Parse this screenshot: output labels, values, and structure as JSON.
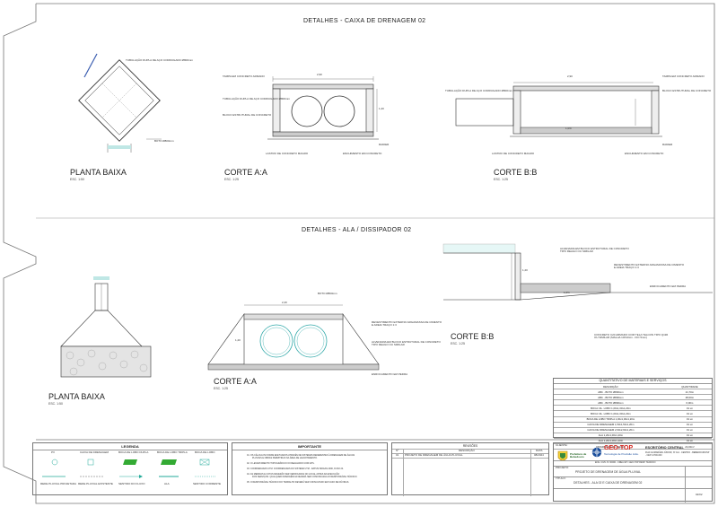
{
  "sections": {
    "top_title": "DETALHES - CAIXA DE DRENAGEM 02",
    "mid_title": "DETALHES - ALA / DISSIPADOR 02"
  },
  "views": {
    "planta_top": {
      "label": "PLANTA BAIXA",
      "scale": "ESC. 1:50"
    },
    "corte_aa_top": {
      "label": "CORTE A:A",
      "scale": "ESC. 1:25"
    },
    "corte_bb_top": {
      "label": "CORTE B:B",
      "scale": "ESC. 1:25"
    },
    "planta_bottom": {
      "label": "PLANTA BAIXA",
      "scale": "ESC. 1:50"
    },
    "corte_aa_bottom": {
      "label": "CORTE A:A",
      "scale": "ESC. 1:25"
    },
    "corte_bb_bottom": {
      "label": "CORTE B:B",
      "scale": "ESC. 1:25"
    }
  },
  "dims": {
    "box_width": "2,90",
    "box_height": "1,20",
    "ala_width": "2,40",
    "ala_height": "1,20",
    "bb_height": "1,20"
  },
  "notes": {
    "tampa": "TAMPA EM CONCRETO ARMADO",
    "tubulacao": "TUBULAÇÃO DUPLA DE AÇO CORRUGADO Ø800mm",
    "bloco": "BLOCO ESTRUTURAL DE CONCRETO",
    "lastro": "LASTRO DE CONCRETO MAGRO",
    "enchimento": "ENCHIMENTO EM CONCRETO",
    "radier": "RADIER",
    "boto": "BOTO Ø800mm",
    "revest": "REVESTIMENTO EXTERNO ARGAMASSA DE CIMENTO E AREIA TRAÇO 1:3",
    "alvenaria": "ALVENARIA EM BLOCO ESTRUTURAL DE CONCRETO TIPO REAGO OU SIMILAR",
    "enroc": "ENROCAMENTO EM PEDRA",
    "enroc_pedra": "ENROCAMENTO EM PEDRA",
    "concreto": "CONCRETO C20 ARMADO COM TELA TELCON TIPO Q196 OU SIMILAR (MALHA 10X10cm - FIO 5mm)",
    "slope": "1,0%"
  },
  "quantities": {
    "title": "QUANTITATIVO DE MATERIAIS E SERVIÇOS",
    "headers": [
      "DESCRIÇÃO",
      "QUANTIDADE"
    ],
    "rows": [
      [
        "ABC - BOTO Ø800mm",
        "21,70m"
      ],
      [
        "ABC - BOTO Ø800mm",
        "48,00m"
      ],
      [
        "ABC - BOTO Ø800mm",
        "6,00m"
      ],
      [
        "BOCA CIL. LOBO 1,00x1,00x1,20m",
        "01 un"
      ],
      [
        "BOCA CIL. LOBO 1,00x1,00x1,20m",
        "01 un"
      ],
      [
        "BOCA DE LOBO TRIPLA 1,00x1,00x1,20m",
        "01 un"
      ],
      [
        "CAIXA DE DRENAGEM 1,50x1,50x1,20m",
        "01 un"
      ],
      [
        "CAIXA DE DRENAGEM 2,90x2,90x1,20m",
        "01 un"
      ],
      [
        "ALA 1,20x1,00x1,20m",
        "01 un"
      ],
      [
        "ALA 1,20x1,00x1,20m",
        "01 un"
      ],
      [
        "DISSIPADOR DE PEDRA",
        "24,00m³"
      ]
    ]
  },
  "legend": {
    "title": "LEGENDA",
    "items": [
      "PV",
      "CAIXA DE DRENAGEM",
      "BOCA DE LOBO DUPLA",
      "BOCA DE LOBO TRIPLA",
      "BOCA DE LOBO"
    ],
    "items2": [
      "REDE PLUVIAL PROJETADA",
      "REDE PLUVIAL EXISTENTE",
      "SENTIDO DO FLUXO",
      "ALA",
      "SENTIDO CORRENTE"
    ]
  },
  "importante": {
    "title": "IMPORTANTE",
    "lines": [
      "01. OS CÁLCULOS FORAM EFETUADOS ATRAVÉS DE SISTEMAS REFERENTES À DRENAGEM DE ÁGUAS",
      "PLUVIAIS E OBRAS PERMITIDAS NA ÁREA DE LEVANTAMENTO.",
      "02. O LEVANTAMENTO TOPOGRÁFICO FOI REALIZADO COM GPS.",
      "03. COORDENADAS UTM. COORDENADAS DO SISTEMA UTM - DATUM SIRGAS 2000, FUSO 24.",
      "04. AS MEDIDAS E COTAS DEVERÃO SER VERIFICADAS NO LOCAL ANTES DA EXECUÇÃO",
      "DOS SERVIÇOS. QUALQUER DIVERGÊNCIA DEVERÁ SER COMUNICADA AO RESPONSÁVEL TÉCNICO.",
      "05. O RESPONSÁVEL TÉCNICO DO TRABALHO DEVERÁ SER CONSULTADO EM CASO DE DÚVIDAS."
    ]
  },
  "revisoes": {
    "title": "REVISÕES",
    "headers": [
      "Nº",
      "DESCRIÇÃO",
      "DATA"
    ],
    "row": [
      "01",
      "PROJETO DE DRENAGEM DE ÁGUA PLUVIAL",
      "08/2024"
    ]
  },
  "titleblock": {
    "cliente_label": "CLIENTE:",
    "prefeitura": "Prefeitura de Bebedouro",
    "company": "GEO-TOP",
    "company_sub": "Tecnologia de Precisão Ltda.",
    "office": "ESCRITÓRIO CENTRAL",
    "address": "RUA GUIMARÃES JÚNIOR, Nº 112 - CENTRO - BEBEDOURO/SP - CEP 14700-000",
    "engineer": "ENG. CIVIL Nº 00000 - CREA-SP / GEO-TOP RESP. TÉCNICO",
    "projeto_label": "PROJETO:",
    "projeto": "PROJETO DE DRENAGEM DE ÁGUA PLUVIAL",
    "titulo_label": "TÍTULO:",
    "titulo": "DETALHES - ALA 02 E CAIXA DE DRENAGEM 02",
    "prancha": "02/02"
  }
}
